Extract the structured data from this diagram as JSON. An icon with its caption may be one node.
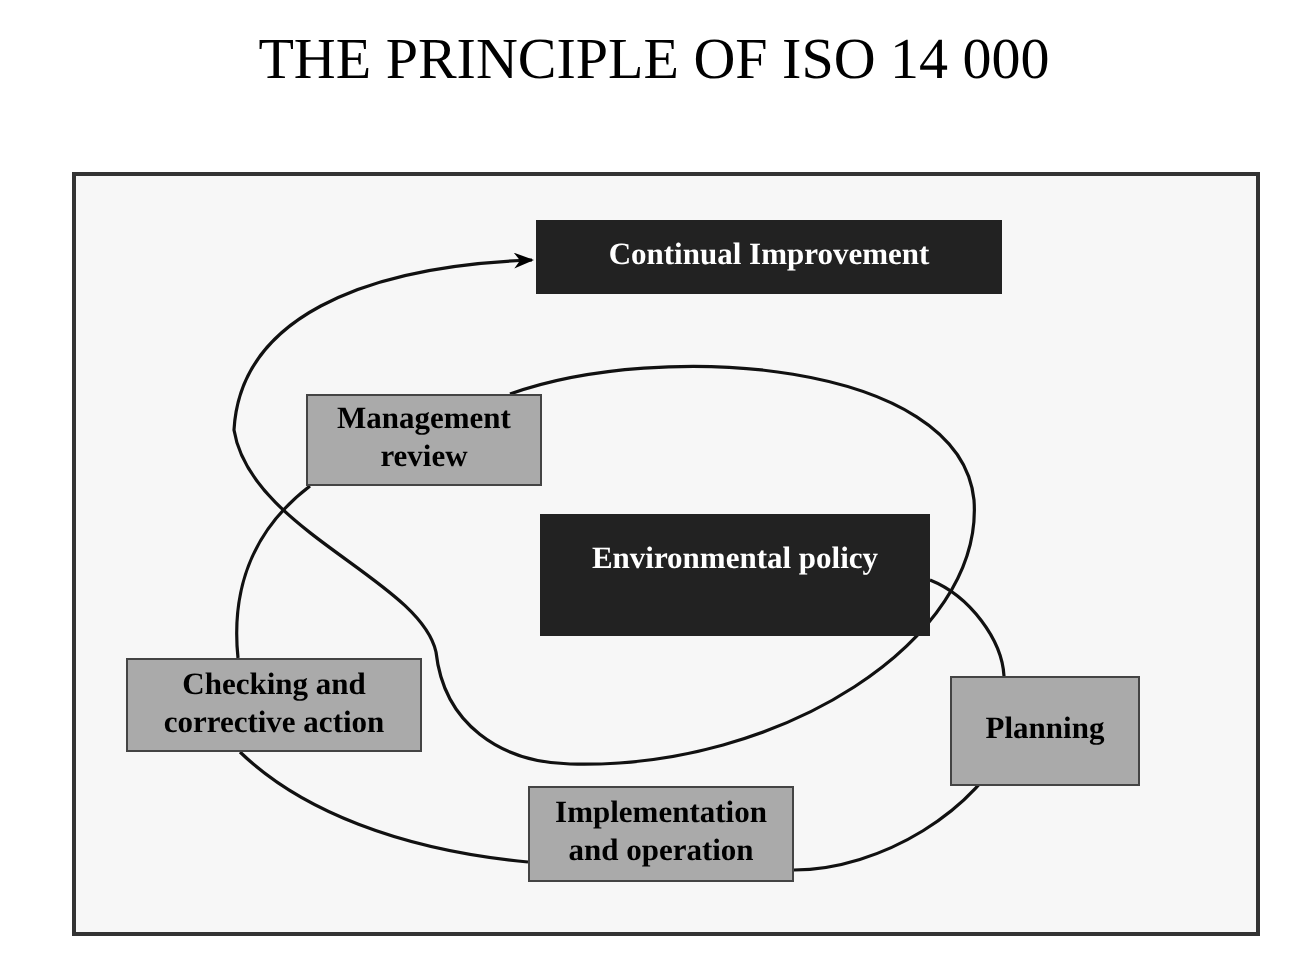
{
  "diagram": {
    "title": "THE PRINCIPLE OF ISO 14 000",
    "nodes": [
      {
        "text": [
          "Continual Improvement"
        ]
      },
      {
        "text": [
          "Management review"
        ]
      },
      {
        "text": [
          "Environmental policy"
        ]
      },
      {
        "text": [
          "Checking and corrective action"
        ]
      },
      {
        "text": [
          "Planning"
        ]
      },
      {
        "text": [
          "Implementation and operation"
        ]
      }
    ],
    "edges": [
      {
        "from": 2,
        "to": 4,
        "arrow": "none"
      },
      {
        "from": 4,
        "to": 5,
        "arrow": "none"
      },
      {
        "from": 5,
        "to": 3,
        "arrow": "none"
      },
      {
        "from": 3,
        "to": 1,
        "arrow": "none"
      },
      {
        "from": 1,
        "to": 0,
        "arrow": "to"
      }
    ]
  }
}
